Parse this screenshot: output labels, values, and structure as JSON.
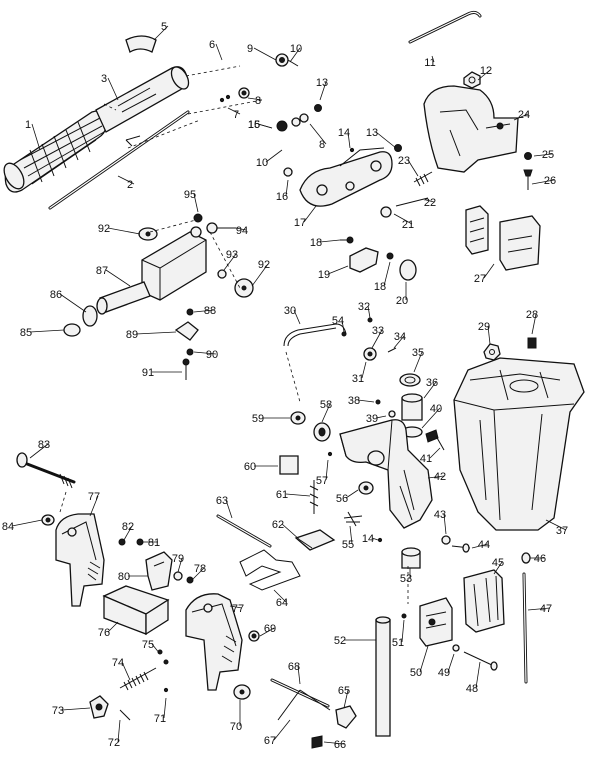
{
  "diagram": {
    "part_numbers": [
      "1",
      "2",
      "3",
      "5",
      "6",
      "7",
      "8",
      "9",
      "10",
      "11",
      "12",
      "13",
      "14",
      "15",
      "16",
      "17",
      "18",
      "19",
      "20",
      "21",
      "22",
      "23",
      "24",
      "25",
      "26",
      "27",
      "28",
      "29",
      "30",
      "31",
      "32",
      "33",
      "34",
      "35",
      "36",
      "37",
      "38",
      "39",
      "40",
      "41",
      "42",
      "43",
      "44",
      "45",
      "46",
      "47",
      "48",
      "49",
      "50",
      "51",
      "52",
      "53",
      "54",
      "55",
      "56",
      "57",
      "58",
      "59",
      "60",
      "61",
      "62",
      "63",
      "64",
      "65",
      "66",
      "67",
      "68",
      "69",
      "70",
      "71",
      "72",
      "73",
      "74",
      "75",
      "76",
      "77",
      "78",
      "79",
      "80",
      "81",
      "82",
      "83",
      "84",
      "85",
      "86",
      "87",
      "88",
      "89",
      "90",
      "91",
      "92",
      "93",
      "94",
      "95"
    ]
  }
}
